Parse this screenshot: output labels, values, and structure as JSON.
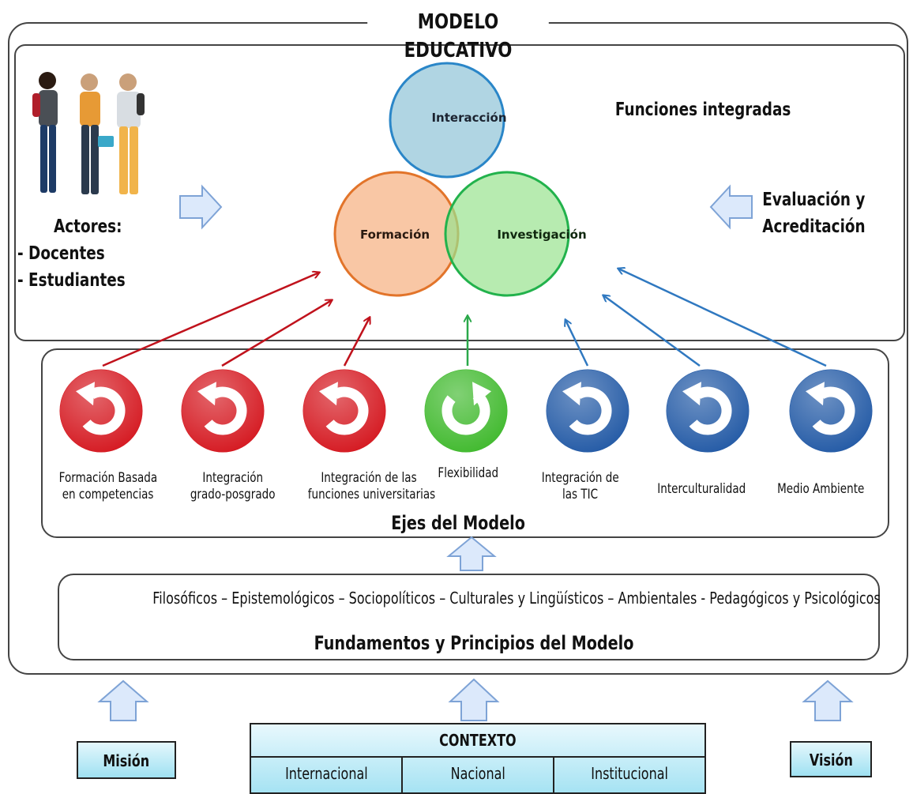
{
  "title": "MODELO   EDUCATIVO",
  "funciones": {
    "heading": "Funciones integradas",
    "circles": [
      {
        "label": "Interacción",
        "color": "#9ccbdc",
        "stroke": "#2a86c8"
      },
      {
        "label": "Formación",
        "color": "#f7b98e",
        "stroke": "#e2742a"
      },
      {
        "label": "Investigación",
        "color": "#98e28f",
        "stroke": "#22b24c"
      }
    ]
  },
  "actores": {
    "title": "Actores:",
    "items": [
      "- Docentes",
      "- Estudiantes"
    ]
  },
  "evaluacion": {
    "line1": "Evaluación y",
    "line2": "Acreditación"
  },
  "ejes": {
    "title": "Ejes del Modelo",
    "items": [
      {
        "line1": "Formación Basada",
        "line2": "en competencias",
        "color": "#d4141c",
        "icon": "refresh-icon"
      },
      {
        "line1": "Integración",
        "line2": "grado-posgrado",
        "color": "#d4141c",
        "icon": "refresh-icon"
      },
      {
        "line1": "Integración de las",
        "line2": "funciones universitarias",
        "color": "#d4141c",
        "icon": "refresh-icon"
      },
      {
        "line1": "Flexibilidad",
        "line2": "",
        "color": "#3db82a",
        "icon": "refresh-icon"
      },
      {
        "line1": "Integración de",
        "line2": "las TIC",
        "color": "#1f57a4",
        "icon": "refresh-icon"
      },
      {
        "line1": "Interculturalidad",
        "line2": "",
        "color": "#1f57a4",
        "icon": "refresh-icon"
      },
      {
        "line1": "Medio Ambiente",
        "line2": "",
        "color": "#1f57a4",
        "icon": "refresh-icon"
      }
    ]
  },
  "fundamentos": {
    "items": "Filosóficos – Epistemológicos – Sociopolíticos – Culturales y Lingüísticos – Ambientales - Pedagógicos y  Psicológicos",
    "title": "Fundamentos  y Principios del  Modelo"
  },
  "mision": "Misión",
  "vision": "Visión",
  "contexto": {
    "title": "CONTEXTO",
    "cells": [
      "Internacional",
      "Nacional",
      "Institucional"
    ]
  },
  "colors": {
    "arrow_red": "#c0121c",
    "arrow_green": "#2aa84a",
    "arrow_blue": "#2f78c0",
    "block_arrow_fill": "#dce9fb",
    "block_arrow_stroke": "#7ea3d6"
  }
}
